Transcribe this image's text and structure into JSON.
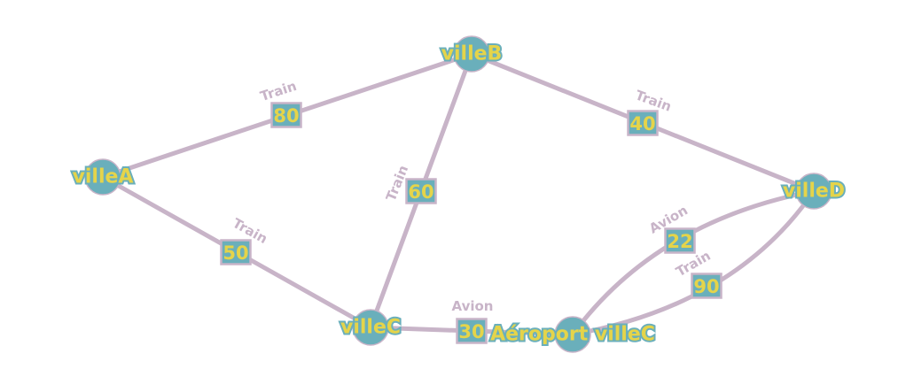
{
  "nodes": [
    {
      "id": "villeA",
      "label": "villeA"
    },
    {
      "id": "villeB",
      "label": "villeB"
    },
    {
      "id": "villeC",
      "label": "villeC"
    },
    {
      "id": "villeD",
      "label": "villeD"
    },
    {
      "id": "aeroport",
      "label": "Aéroport villeC"
    }
  ],
  "edges": [
    {
      "from": "villeA",
      "to": "villeB",
      "mode": "Train",
      "weight": "80"
    },
    {
      "from": "villeB",
      "to": "villeD",
      "mode": "Train",
      "weight": "40"
    },
    {
      "from": "villeB",
      "to": "villeC",
      "mode": "Train",
      "weight": "60"
    },
    {
      "from": "villeA",
      "to": "villeC",
      "mode": "Train",
      "weight": "50"
    },
    {
      "from": "villeC",
      "to": "aeroport",
      "mode": "Avion",
      "weight": "30"
    },
    {
      "from": "aeroport",
      "to": "villeD",
      "mode": "Avion",
      "weight": "22"
    },
    {
      "from": "villeD",
      "to": "aeroport",
      "mode": "Train",
      "weight": "90"
    }
  ],
  "colors": {
    "node_fill": "#6aafbb",
    "edge": "#c8b4c8",
    "label_text": "#e5d44a"
  }
}
